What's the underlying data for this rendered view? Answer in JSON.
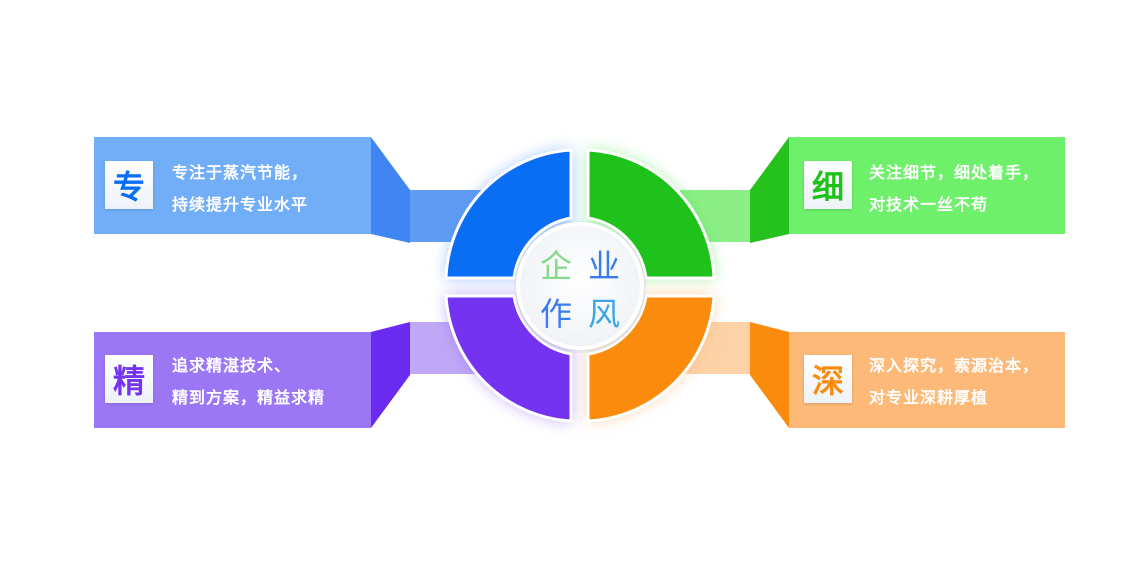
{
  "center": {
    "chars": [
      "企",
      "业",
      "作",
      "风"
    ]
  },
  "panels": [
    {
      "id": "zhuan",
      "char": "专",
      "lines": [
        "专注于蒸汽节能，",
        "持续提升专业水平"
      ],
      "color": "#72aef7",
      "ring_color": "#0a6ef5"
    },
    {
      "id": "xi",
      "char": "细",
      "lines": [
        "关注细节，细处着手，",
        "对技术一丝不苟"
      ],
      "color": "#6ef06a",
      "ring_color": "#1fc21b"
    },
    {
      "id": "jing",
      "char": "精",
      "lines": [
        "追求精湛技术、",
        "精到方案，精益求精"
      ],
      "color": "#9c77f5",
      "ring_color": "#7433f0"
    },
    {
      "id": "shen",
      "char": "深",
      "lines": [
        "深入探究，索源治本，",
        "对专业深耕厚植"
      ],
      "color": "#fdb978",
      "ring_color": "#fb8b0c"
    }
  ]
}
